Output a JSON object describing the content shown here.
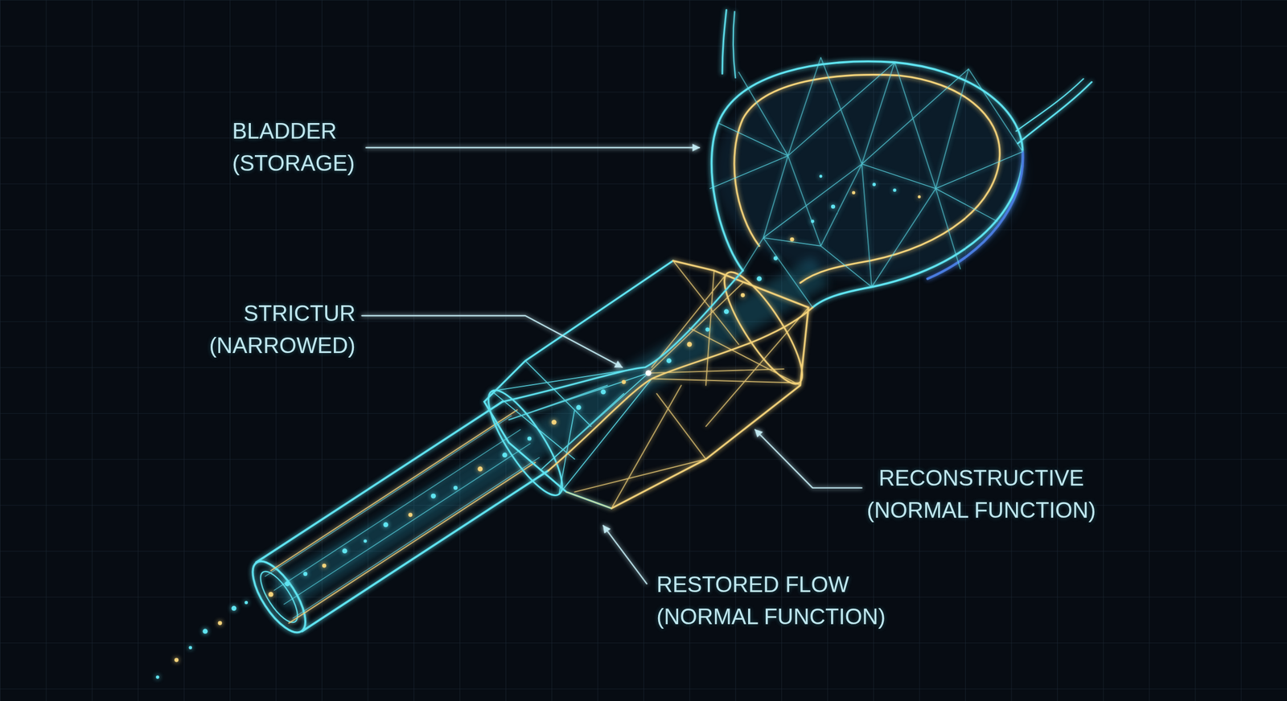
{
  "diagram": {
    "labels": [
      "BLADDER (STORAGE)",
      "STRICTUR (NARROWED)",
      "RECONSTRUCTIVE (NORMAL FUNCTION)",
      "RESTORED FLOW (NORMAL FUNCTION)"
    ]
  }
}
